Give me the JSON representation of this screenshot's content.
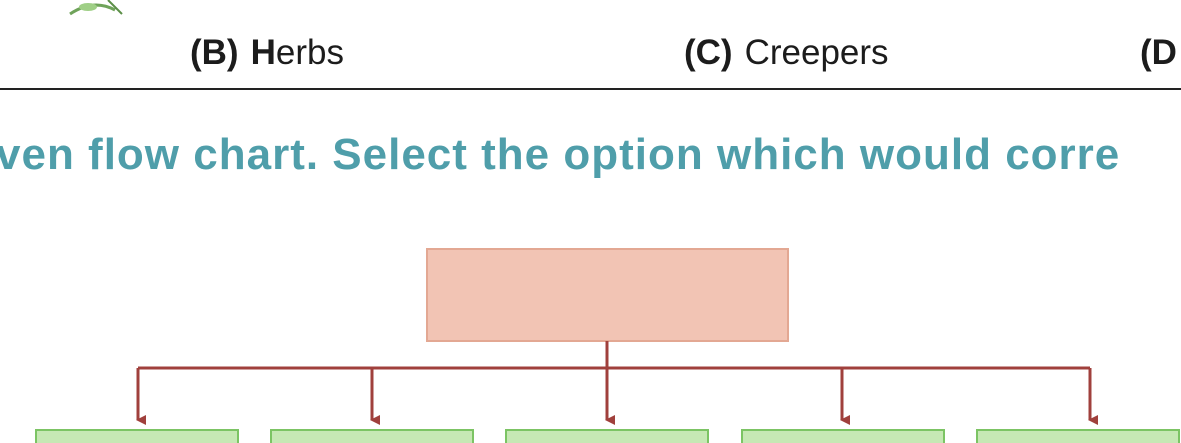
{
  "options": [
    {
      "letter": "(B)",
      "first": "H",
      "rest": "erbs"
    },
    {
      "letter": "(C)",
      "first": "",
      "rest": "Creepers"
    },
    {
      "letter": "(D",
      "first": "",
      "rest": ""
    }
  ],
  "question_text": "ven flow chart. Select the option which would corre",
  "colors": {
    "question_teal": "#4f9eaa",
    "top_box_fill": "#f2c4b4",
    "top_box_stroke": "#e3a893",
    "bottom_box_fill": "#c6e8b4",
    "bottom_box_stroke": "#7cc464",
    "connector": "#a0403c"
  },
  "flowchart": {
    "top_box_label": "",
    "child_labels": [
      "",
      "",
      "",
      "",
      ""
    ]
  }
}
